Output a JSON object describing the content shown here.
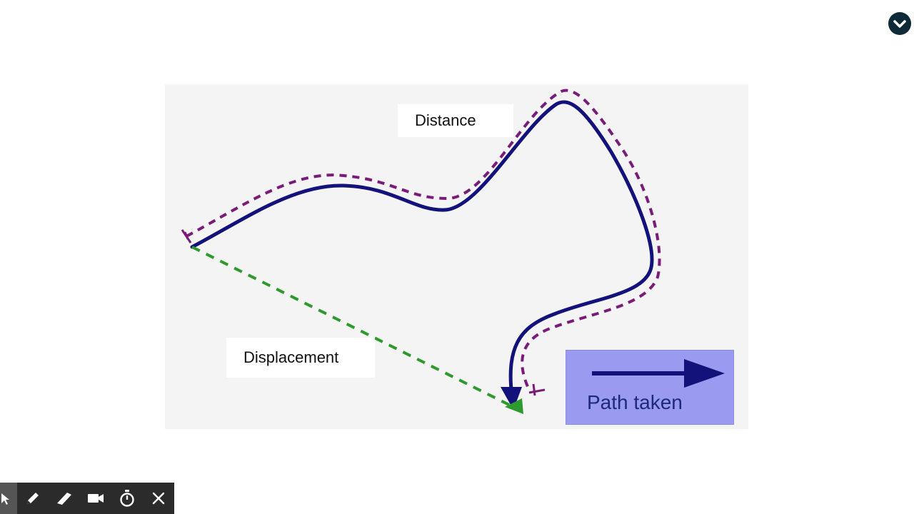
{
  "slide": {
    "distance_label": "Distance",
    "displacement_label": "Displacement",
    "legend_label": "Path taken"
  },
  "colors": {
    "path": "#12127a",
    "distance_dash": "#7a1a7a",
    "displacement_dash": "#2e9a2e",
    "legend_bg": "#9a9af0",
    "toolbar_bg": "#2b2b2b"
  },
  "toolbar": {
    "tools": [
      "pointer-icon",
      "pen-icon",
      "highlighter-icon",
      "video-camera-icon",
      "stopwatch-icon",
      "close-icon"
    ]
  },
  "top_right": {
    "icon": "chevron-down-icon"
  }
}
